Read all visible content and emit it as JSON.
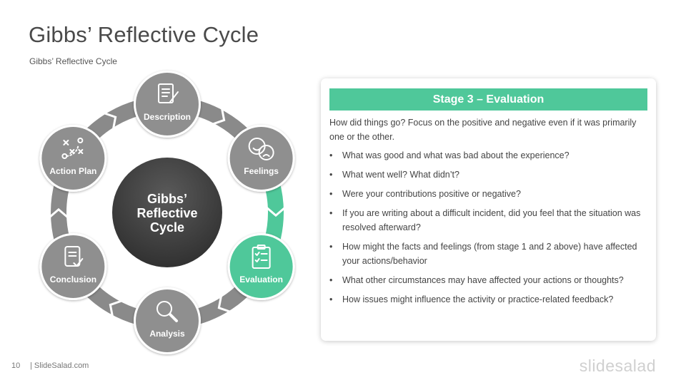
{
  "slide": {
    "title": "Gibbs’ Reflective Cycle",
    "subtitle": "Gibbs’ Reflective Cycle",
    "page_number": "10",
    "site": "| SlideSalad.com",
    "brand": "slidesalad"
  },
  "colors": {
    "accent": "#4fc89a",
    "node_gray": "#8f8f8f",
    "ring_gray": "#8a8a8a",
    "center_dark": "#3b3b3b"
  },
  "cycle": {
    "center_lines": [
      "Gibbs’",
      "Reflective",
      "Cycle"
    ],
    "active_stage": 3,
    "stages": [
      {
        "label": "Description",
        "icon": "document-pen-icon"
      },
      {
        "label": "Feelings",
        "icon": "happy-sad-faces-icon"
      },
      {
        "label": "Evaluation",
        "icon": "clipboard-checklist-icon"
      },
      {
        "label": "Analysis",
        "icon": "magnifier-icon"
      },
      {
        "label": "Conclusion",
        "icon": "document-check-icon"
      },
      {
        "label": "Action Plan",
        "icon": "strategy-plan-icon"
      }
    ]
  },
  "card": {
    "header": "Stage 3 – Evaluation",
    "intro": "How did things go? Focus on the positive and negative even if it was primarily  one or the other.",
    "bullets": [
      "What was good  and what was bad about the experience?",
      "What went well? What didn’t?",
      "Were your contributions  positive or negative?",
      " If you are writing about a difficult incident, did you feel that the situation was resolved afterward?",
      "How might the facts and feelings (from stage 1 and 2 above) have affected your actions/behavior",
      "What other circumstances may have affected your actions or thoughts?",
      "How issues might influence  the activity or practice-related feedback?"
    ]
  }
}
